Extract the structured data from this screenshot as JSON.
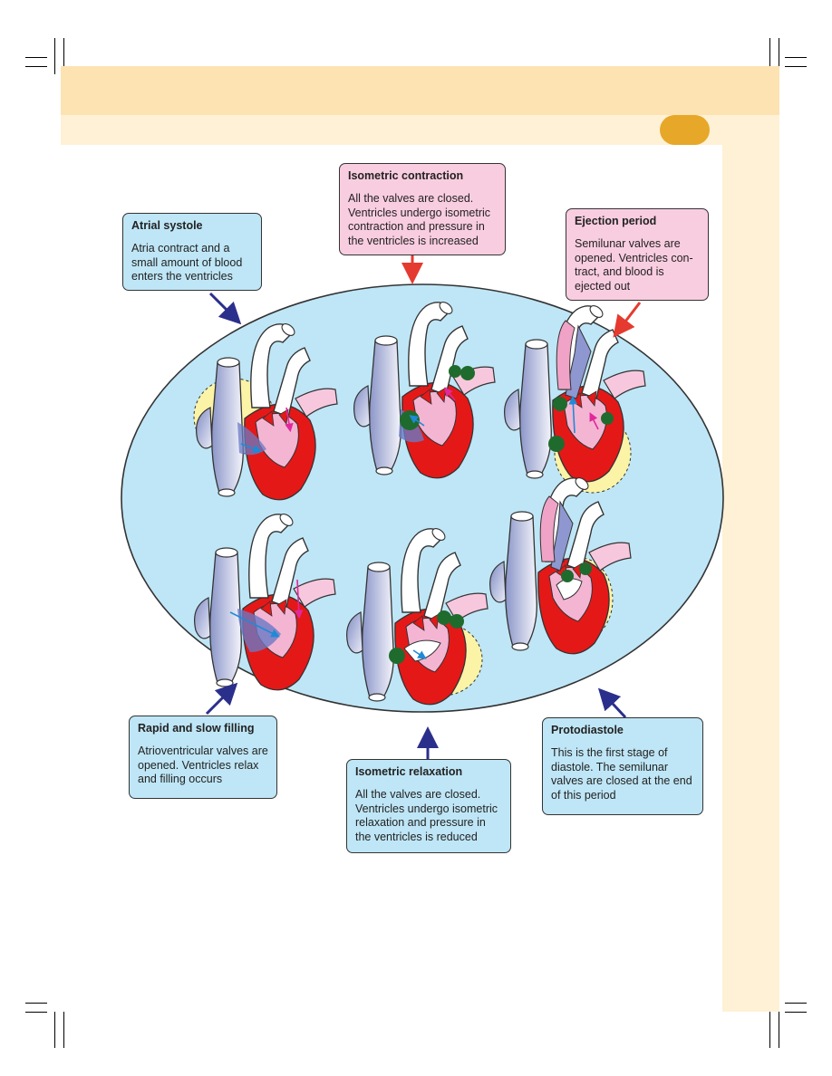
{
  "phases": {
    "atrial_systole": {
      "title": "Atrial systole",
      "body": "Atria contract and a small amount of blood enters the ventricles"
    },
    "isometric_contraction": {
      "title": "Isometric contraction",
      "body": "All the valves are closed. Ventricles undergo isometric contraction and pressure in the ventricles is increased"
    },
    "ejection_period": {
      "title": "Ejection period",
      "body": "Semilunar valves are opened. Ventricles con-tract, and blood is ejected out"
    },
    "rapid_slow_filling": {
      "title": "Rapid and slow filling",
      "body": "Atrioventricular valves are opened. Ventricles relax and filling occurs"
    },
    "isometric_relaxation": {
      "title": "Isometric relaxation",
      "body": "All the valves are closed. Ventricles undergo isometric relaxation and pressure in the ventricles is reduced"
    },
    "protodiastole": {
      "title": "Protodiastole",
      "body": "This is the first stage of diastole. The semilunar valves are closed at the end of this period"
    }
  },
  "colors": {
    "cycle_fill": "#bfe6f6",
    "blue_arrow": "#2b2f8c",
    "red_arrow": "#e53a2f",
    "ventricle_red": "#e51818",
    "valve_green": "#1f6b2d",
    "pink_arrow": "#e0289b",
    "blue_flow": "#1f8ad6"
  }
}
